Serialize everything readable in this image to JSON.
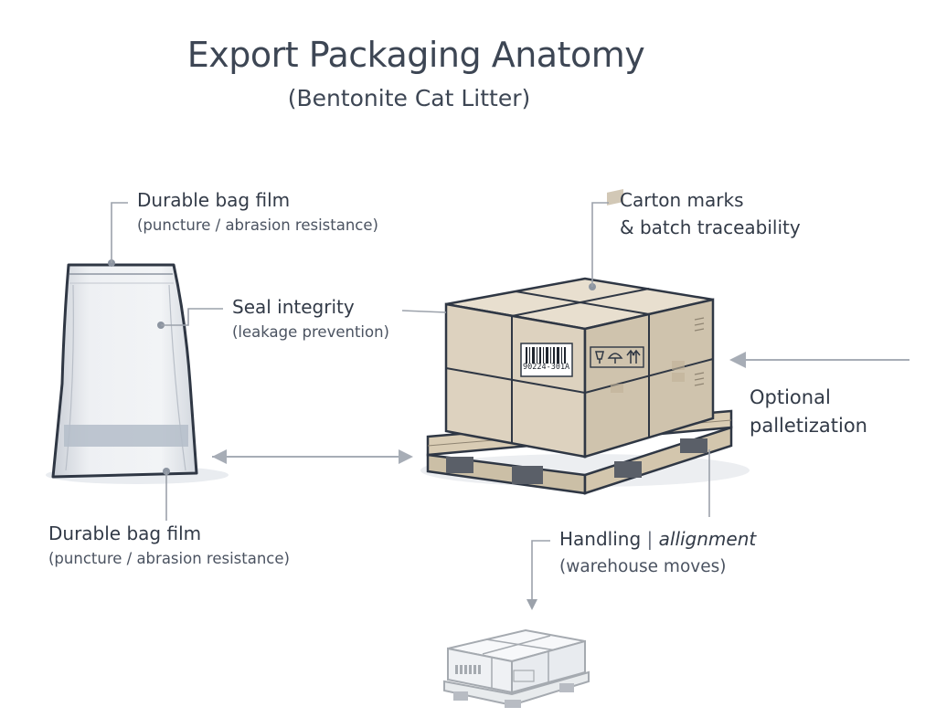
{
  "header": {
    "title": "Export Packaging Anatomy",
    "subtitle": "(Bentonite Cat Litter)"
  },
  "callouts": {
    "bag_film_top": {
      "label": "Durable bag film",
      "detail": "(puncture / abrasion resistance)"
    },
    "seal_integrity": {
      "label": "Seal integrity",
      "detail": "(leakage prevention)"
    },
    "bag_film_bottom": {
      "label": "Durable bag film",
      "detail": "(puncture / abrasion resistance)"
    },
    "carton_marks": {
      "line1": "Carton marks",
      "line2": "& batch traceability"
    },
    "palletization": {
      "line1": "Optional",
      "line2": "palletization"
    },
    "handling": {
      "prefix": "Handling",
      "separator": "|",
      "emphasis": "allignment",
      "detail": "(warehouse moves)"
    }
  },
  "carton": {
    "barcode_text": "90224-301A"
  },
  "colors": {
    "ink": "#3b4350",
    "leader": "#9ca2ab",
    "carton": "#ddd2bf",
    "carton_shade": "#cbbfa8",
    "carton_top": "#e8dfcf",
    "bag": "#e6e9ee",
    "pallet": "#d9ccb4"
  },
  "icons": [
    "fragile-icon",
    "umbrella-icon",
    "this-way-up-icon"
  ]
}
